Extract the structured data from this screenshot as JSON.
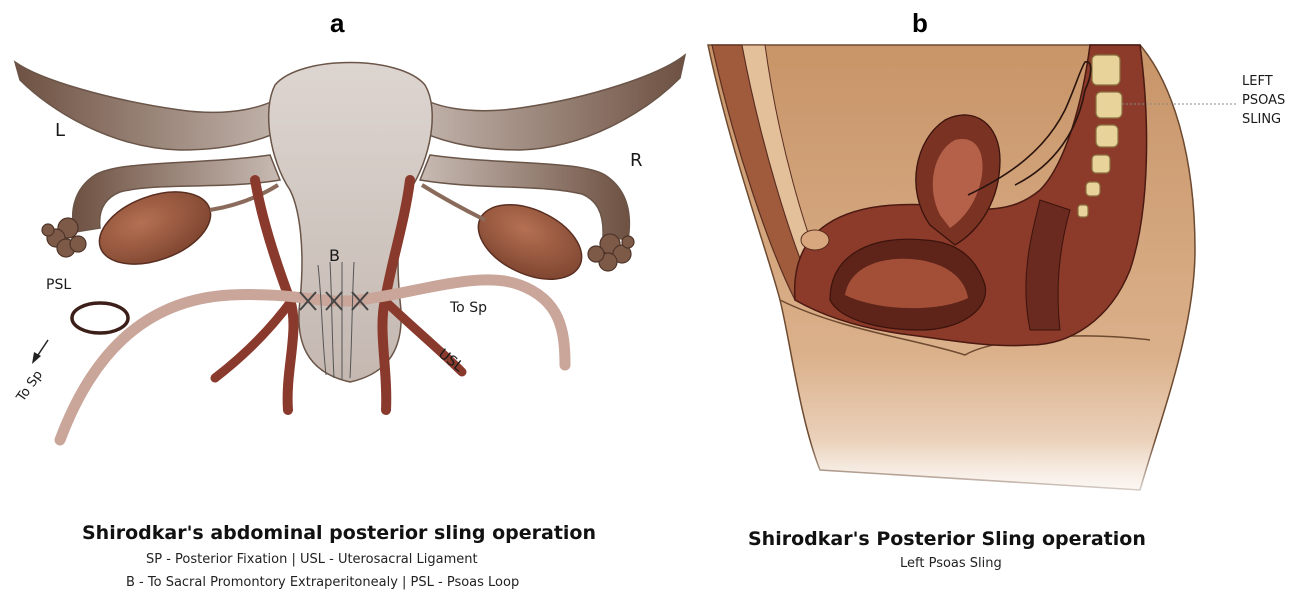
{
  "panels": [
    {
      "letter": "a",
      "labels": {
        "left": "L",
        "right": "R",
        "b": "B",
        "psl": "PSL",
        "to_sp_right": "To Sp",
        "usl": "USL",
        "to_sp_left": "To Sp"
      },
      "caption": {
        "title": "Shirodkar's abdominal posterior sling operation",
        "line1": "SP - Posterior Fixation   |   USL - Uterosacral Ligament",
        "line2": "B - To Sacral Promontory Extraperitonealy     |   PSL - Psoas Loop"
      }
    },
    {
      "letter": "b",
      "labels": {
        "sling_1": "LEFT",
        "sling_2": "PSOAS",
        "sling_3": "SLING"
      },
      "caption": {
        "title": "Shirodkar's Posterior Sling operation",
        "line1": "Left Psoas Sling"
      }
    }
  ],
  "colors": {
    "uterus": "#cfc6c0",
    "tube_dark": "#7a5a4a",
    "ovary": "#9c5a3e",
    "ligament": "#8a3a2c",
    "sling_band": "#c9a59a",
    "skin": "#d7a57a",
    "tissue_dark": "#6b2a20",
    "bone": "#e8d49a"
  }
}
